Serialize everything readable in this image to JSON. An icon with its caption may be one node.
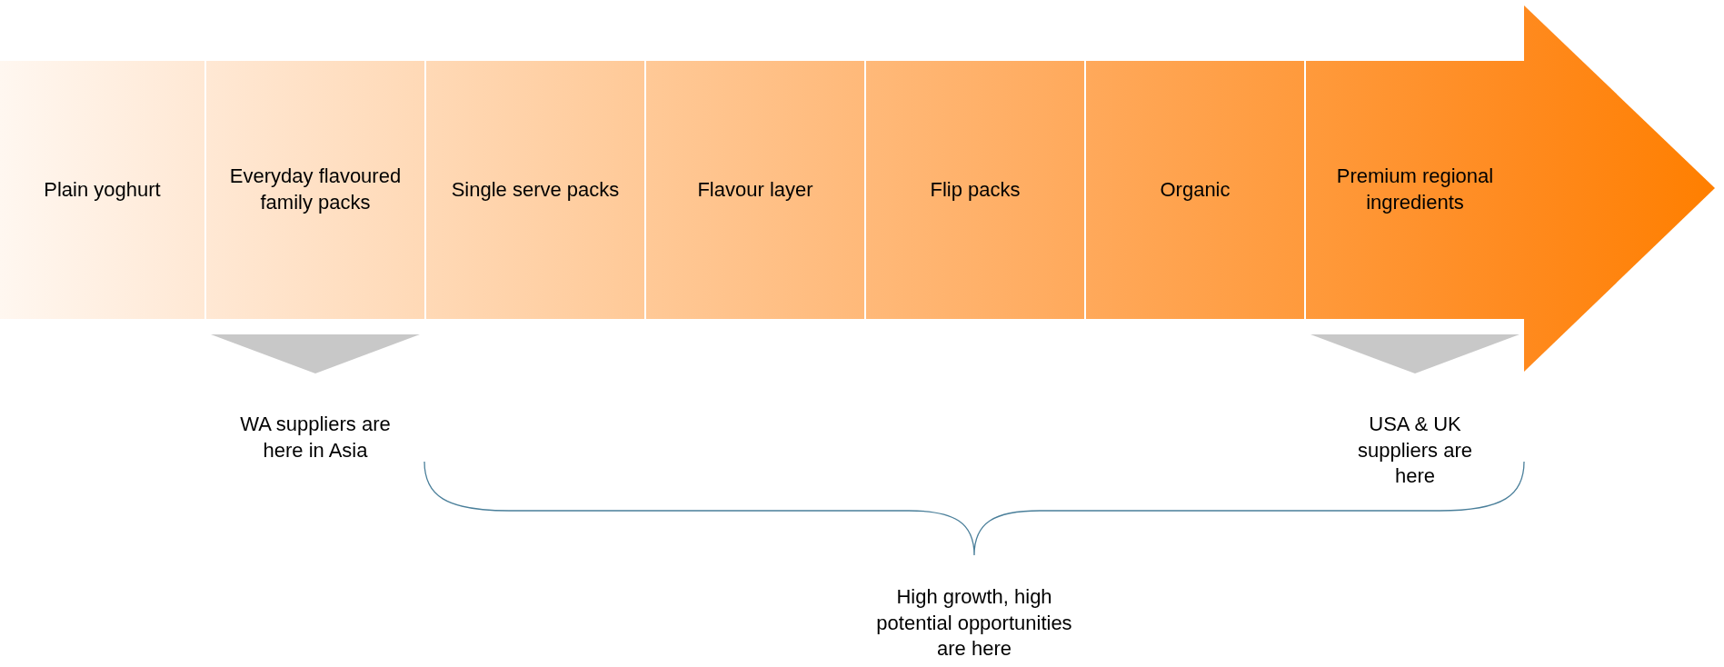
{
  "diagram": {
    "nodes": [
      {
        "text": [
          "Plain yoghurt"
        ]
      },
      {
        "text": [
          "Everyday flavoured family packs"
        ]
      },
      {
        "text": [
          "Single serve packs"
        ]
      },
      {
        "text": [
          "Flavour layer"
        ]
      },
      {
        "text": [
          "Flip packs"
        ]
      },
      {
        "text": [
          "Organic"
        ]
      },
      {
        "text": [
          "Premium regional ingredients"
        ]
      },
      {
        "text": [
          "WA suppliers are here in Asia"
        ]
      },
      {
        "text": [
          "USA & UK suppliers are here"
        ]
      }
    ],
    "edges": [
      {
        "from": 1,
        "to": 7,
        "arrow": "to"
      },
      {
        "from": 6,
        "to": 8,
        "arrow": "to"
      }
    ],
    "labels": [
      "High growth, high potential opportunities are here"
    ]
  }
}
